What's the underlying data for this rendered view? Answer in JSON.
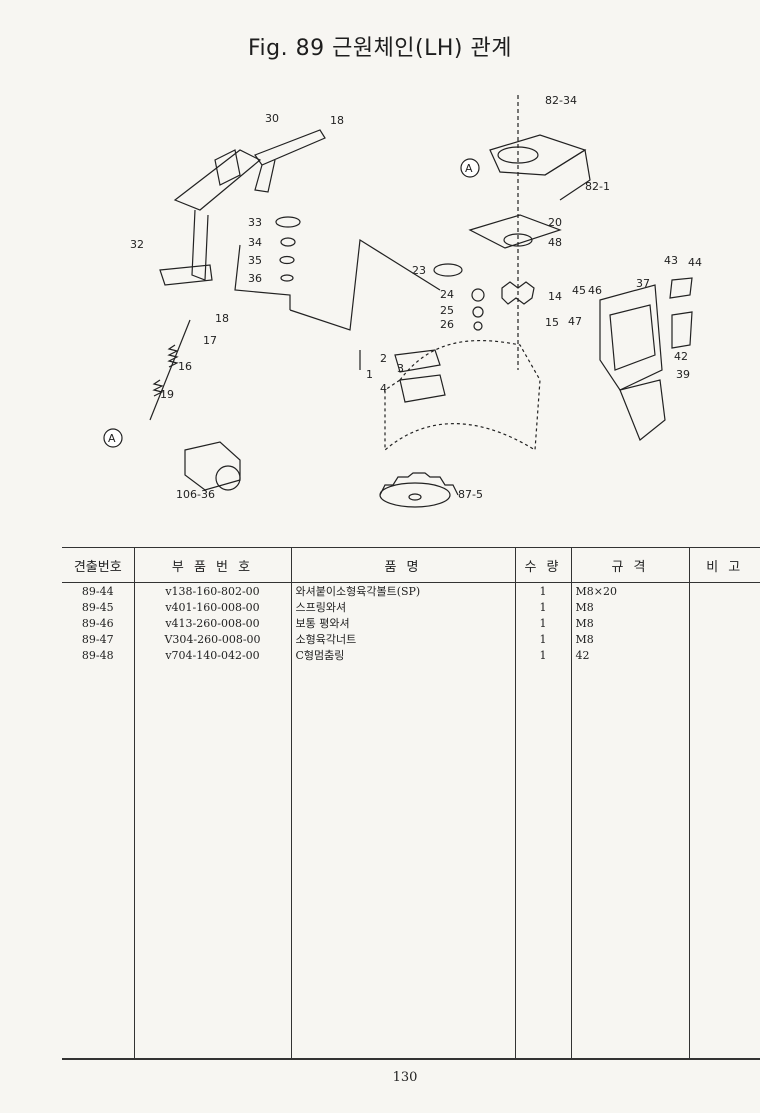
{
  "page": {
    "title": "Fig. 89  근원체인(LH) 관계",
    "page_number": "130"
  },
  "diagram": {
    "callouts": {
      "c30": "30",
      "c18a": "18",
      "c33": "33",
      "c34": "34",
      "c35": "35",
      "c36": "36",
      "c32": "32",
      "c18b": "18",
      "c17": "17",
      "c16": "16",
      "c19": "19",
      "cA1": "A",
      "cA2": "A",
      "c106": "106-36",
      "c8234": "82-34",
      "c821": "82-1",
      "c20": "20",
      "c48": "48",
      "c23": "23",
      "c24": "24",
      "c25": "25",
      "c26": "26",
      "c14": "14",
      "c15": "15",
      "c2": "2",
      "c3": "3",
      "c1": "1",
      "c4": "4",
      "c875": "87-5",
      "c45": "45",
      "c46": "46",
      "c47": "47",
      "c37": "37",
      "c43": "43",
      "c44": "44",
      "c42": "42",
      "c39": "39"
    }
  },
  "table": {
    "headers": [
      "견출번호",
      "부 품 번 호",
      "품        명",
      "수 량",
      "규    격",
      "비 고"
    ],
    "rows": [
      {
        "ref": "89-44",
        "part_no": "v138-160-802-00",
        "name": "와셔붙이소형육각볼트(SP)",
        "qty": "1",
        "spec": "M8×20",
        "note": ""
      },
      {
        "ref": "89-45",
        "part_no": "v401-160-008-00",
        "name": "스프링와셔",
        "qty": "1",
        "spec": "M8",
        "note": ""
      },
      {
        "ref": "89-46",
        "part_no": "v413-260-008-00",
        "name": "보통 평와셔",
        "qty": "1",
        "spec": "M8",
        "note": ""
      },
      {
        "ref": "89-47",
        "part_no": "V304-260-008-00",
        "name": "소형육각너트",
        "qty": "1",
        "spec": "M8",
        "note": ""
      },
      {
        "ref": "89-48",
        "part_no": "v704-140-042-00",
        "name": "C형멈춤링",
        "qty": "1",
        "spec": "42",
        "note": ""
      }
    ]
  }
}
